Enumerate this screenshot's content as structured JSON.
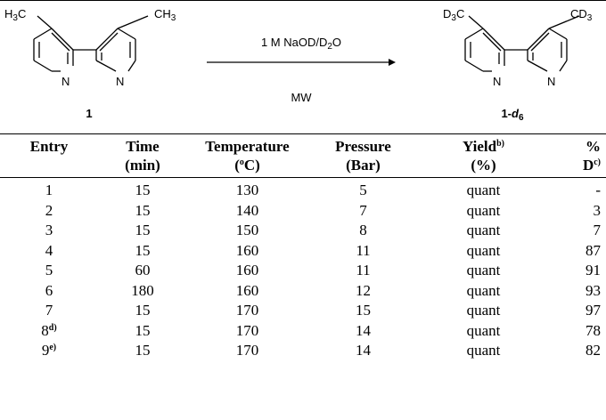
{
  "scheme": {
    "reagent_top": "1 M NaOD/D",
    "reagent_top_sub": "2",
    "reagent_top_end": "O",
    "reagent_bottom": "MW",
    "start_compound": "1",
    "product_compound": "1-",
    "product_compound_italic": "d",
    "product_compound_sub": "6",
    "start_labels": {
      "left": "H",
      "left_sub": "3",
      "left_end": "C",
      "right": "CH",
      "right_sub": "3",
      "n1": "N",
      "n2": "N"
    },
    "product_labels": {
      "left": "D",
      "left_sub": "3",
      "left_end": "C",
      "right": "CD",
      "right_sub": "3",
      "n1": "N",
      "n2": "N"
    }
  },
  "table": {
    "headers_top": [
      "Entry",
      "Time",
      "Temperature",
      "Pressure",
      "Yield",
      "%"
    ],
    "headers_bottom": [
      "",
      "(min)",
      "(",
      "(Bar)",
      "(%)",
      "D"
    ],
    "temp_unit_sup": "o",
    "temp_unit_end": "C)",
    "yield_sup": "b)",
    "d_sup": "c)",
    "rows": [
      {
        "entry": "1",
        "note": "",
        "time": "15",
        "temp": "130",
        "pressure": "5",
        "yield": "quant",
        "d": "-"
      },
      {
        "entry": "2",
        "note": "",
        "time": "15",
        "temp": "140",
        "pressure": "7",
        "yield": "quant",
        "d": "3"
      },
      {
        "entry": "3",
        "note": "",
        "time": "15",
        "temp": "150",
        "pressure": "8",
        "yield": "quant",
        "d": "7"
      },
      {
        "entry": "4",
        "note": "",
        "time": "15",
        "temp": "160",
        "pressure": "11",
        "yield": "quant",
        "d": "87"
      },
      {
        "entry": "5",
        "note": "",
        "time": "60",
        "temp": "160",
        "pressure": "11",
        "yield": "quant",
        "d": "91"
      },
      {
        "entry": "6",
        "note": "",
        "time": "180",
        "temp": "160",
        "pressure": "12",
        "yield": "quant",
        "d": "93"
      },
      {
        "entry": "7",
        "note": "",
        "time": "15",
        "temp": "170",
        "pressure": "15",
        "yield": "quant",
        "d": "97"
      },
      {
        "entry": "8",
        "note": "d)",
        "time": "15",
        "temp": "170",
        "pressure": "14",
        "yield": "quant",
        "d": "78"
      },
      {
        "entry": "9",
        "note": "e)",
        "time": "15",
        "temp": "170",
        "pressure": "14",
        "yield": "quant",
        "d": "82"
      }
    ]
  }
}
